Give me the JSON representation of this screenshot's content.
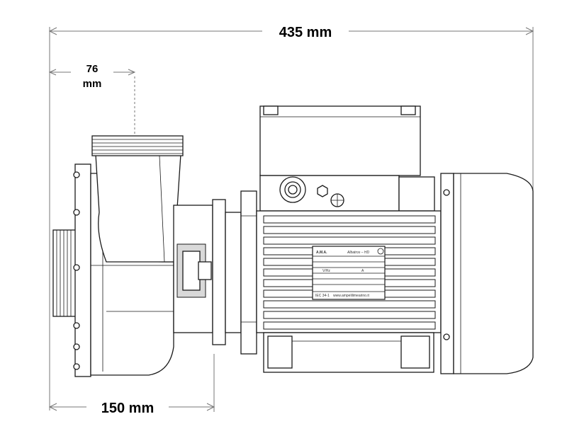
{
  "dimensions": {
    "overall_length": "435 mm",
    "inlet_offset_value": "76",
    "inlet_offset_unit": "mm",
    "pump_body_length": "150 mm"
  },
  "nameplate": {
    "brand": "A.M.A.",
    "model": "Albatros – HD",
    "voltage_label": "V/Hz",
    "current_label": "A",
    "standard": "IEC 34-1",
    "website": "www.ampelilimearino.it"
  },
  "colors": {
    "line": "#1a1a1a",
    "dimension": "#777777",
    "background": "#ffffff"
  }
}
